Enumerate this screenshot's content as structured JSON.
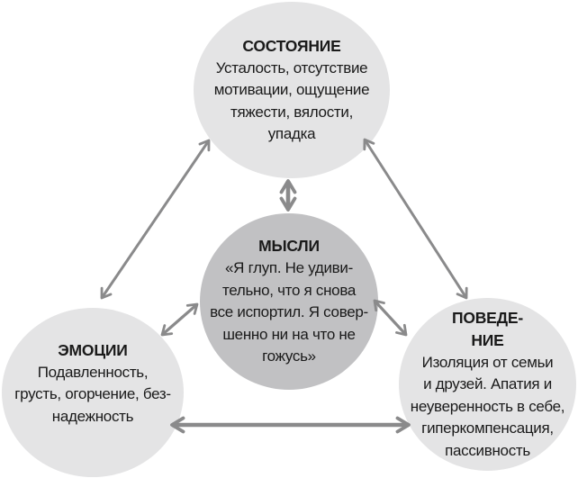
{
  "diagram": {
    "type": "relationship-diagram",
    "language": "ru",
    "colors": {
      "background": "#ffffff",
      "node_fill_light": "#e4e4e5",
      "node_fill_dark": "#c1c1c3",
      "arrow": "#8a8a8b",
      "text": "#1a1a1a"
    },
    "nodes": {
      "state": {
        "title_lines": [
          "СОСТОЯНИЕ"
        ],
        "body_lines": [
          "Усталость, отсутствие",
          "мотивации, ощущение",
          "тяжести, вялости,",
          "упадка"
        ]
      },
      "thoughts": {
        "title_lines": [
          "МЫСЛИ"
        ],
        "body_lines": [
          "«Я глуп. Не удиви-",
          "тельно, что я снова",
          "все испортил. Я совер-",
          "шенно ни на что не",
          "гожусь»"
        ]
      },
      "emotions": {
        "title_lines": [
          "ЭМОЦИИ"
        ],
        "body_lines": [
          "Подавленность,",
          "грусть, огорчение, без-",
          "надежность"
        ]
      },
      "behavior": {
        "title_lines": [
          "ПОВЕДЕ-",
          "НИЕ"
        ],
        "body_lines": [
          "Изоляция от семьи",
          "и друзей. Апатия и",
          "неуверенность в себе,",
          "гиперкомпенсация,",
          "пассивность"
        ]
      }
    },
    "connections": [
      {
        "from": "СОСТОЯНИЕ",
        "to": "МЫСЛИ",
        "bidirectional": true
      },
      {
        "from": "СОСТОЯНИЕ",
        "to": "ЭМОЦИИ",
        "bidirectional": true
      },
      {
        "from": "СОСТОЯНИЕ",
        "to": "ПОВЕДЕНИЕ",
        "bidirectional": true
      },
      {
        "from": "МЫСЛИ",
        "to": "ЭМОЦИИ",
        "bidirectional": true
      },
      {
        "from": "МЫСЛИ",
        "to": "ПОВЕДЕНИЕ",
        "bidirectional": true
      },
      {
        "from": "ЭМОЦИИ",
        "to": "ПОВЕДЕНИЕ",
        "bidirectional": true
      }
    ]
  }
}
